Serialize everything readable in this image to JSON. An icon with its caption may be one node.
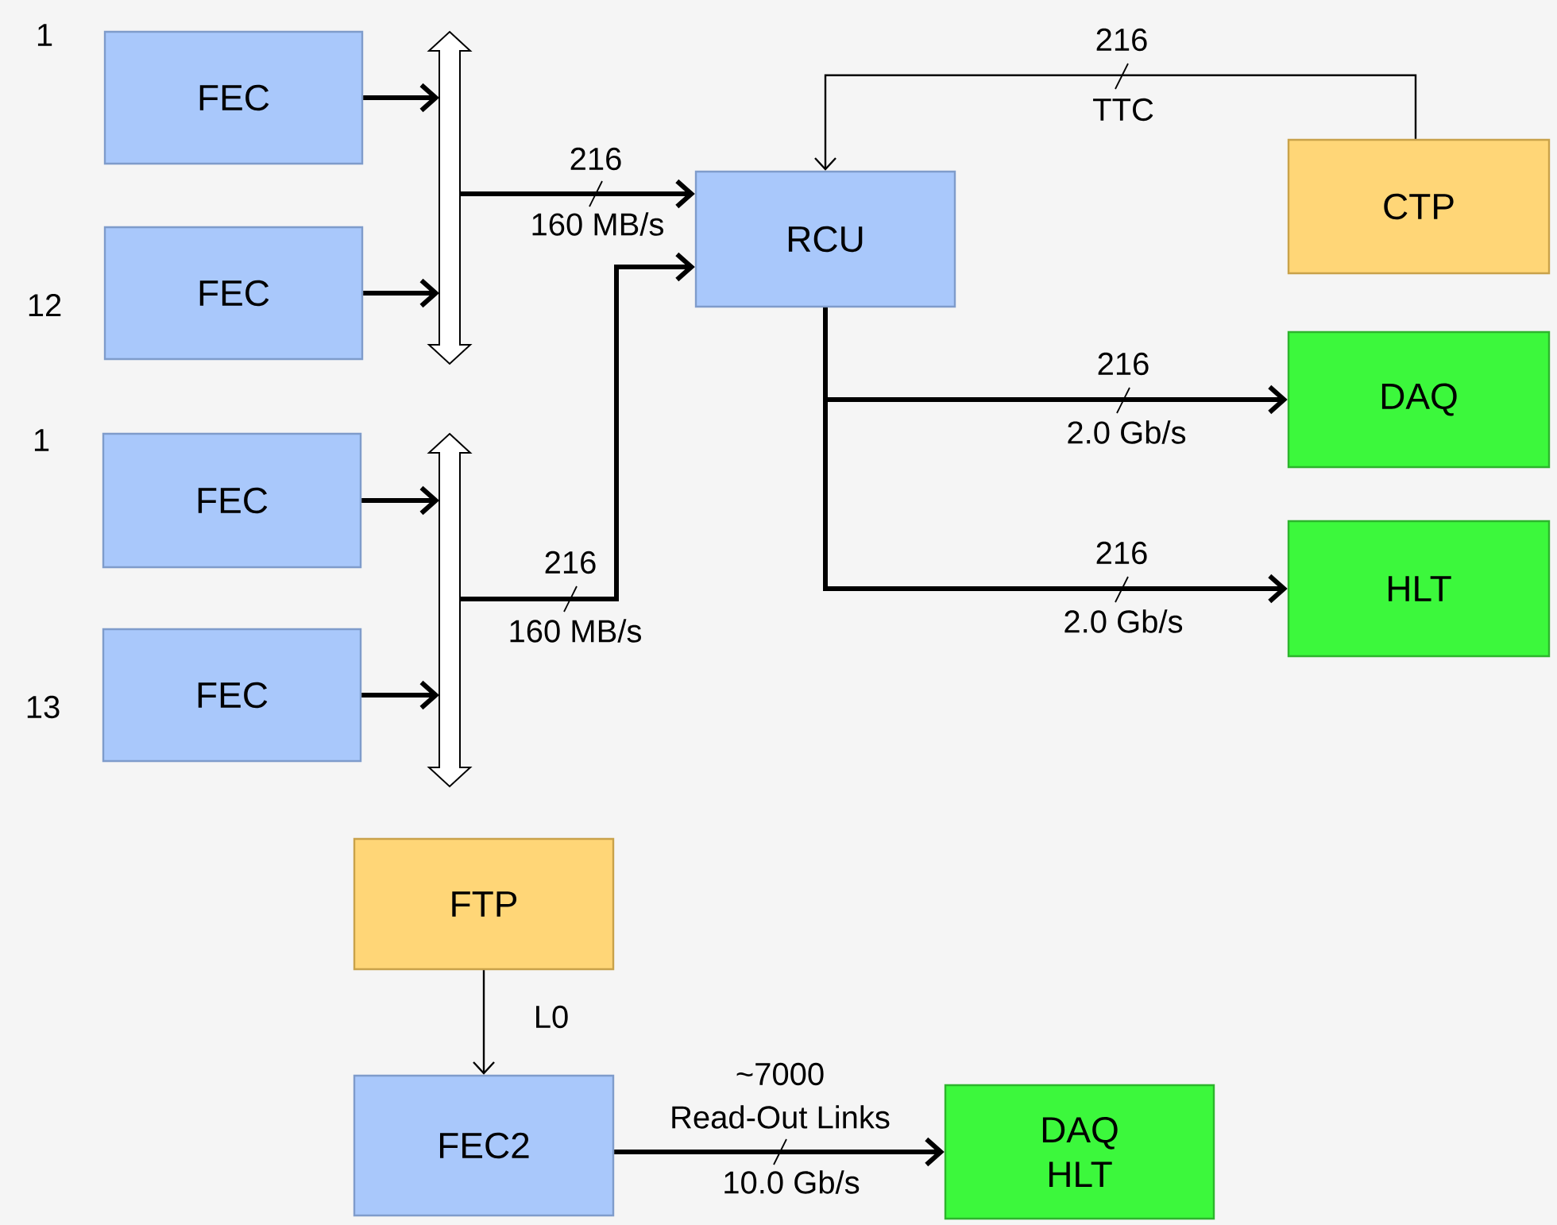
{
  "diagram": {
    "nodes": [
      {
        "text": [
          "FEC"
        ],
        "beside": [
          "1"
        ]
      },
      {
        "text": [
          "FEC"
        ],
        "beside": [
          "12"
        ]
      },
      {
        "text": [
          "FEC"
        ],
        "beside": [
          "1"
        ]
      },
      {
        "text": [
          "FEC"
        ],
        "beside": [
          "13"
        ]
      },
      {
        "text": [],
        "shape": "arrow"
      },
      {
        "text": [],
        "shape": "arrow"
      },
      {
        "text": [
          "RCU"
        ]
      },
      {
        "text": [
          "CTP"
        ]
      },
      {
        "text": [
          "DAQ"
        ]
      },
      {
        "text": [
          "HLT"
        ]
      },
      {
        "text": [
          "FTP"
        ]
      },
      {
        "text": [
          "FEC2"
        ]
      },
      {
        "text": [
          "DAQ HLT"
        ]
      }
    ],
    "edges": [
      {
        "from": 0,
        "to": 4,
        "arrow": "to"
      },
      {
        "from": 1,
        "to": 4,
        "arrow": "to"
      },
      {
        "from": 2,
        "to": 5,
        "arrow": "to"
      },
      {
        "from": 3,
        "to": 5,
        "arrow": "to"
      },
      {
        "from": 4,
        "to": 6,
        "arrow": "to",
        "label": "216"
      },
      {
        "from": 5,
        "to": 6,
        "arrow": "to",
        "label": "216"
      },
      {
        "from": 7,
        "to": 6,
        "arrow": "to",
        "label": "216"
      },
      {
        "from": 6,
        "to": 8,
        "arrow": "to",
        "label": "216"
      },
      {
        "from": 6,
        "to": 9,
        "arrow": "to",
        "label": "216"
      },
      {
        "from": 10,
        "to": 11,
        "arrow": "to",
        "label": "L0"
      },
      {
        "from": 11,
        "to": 12,
        "arrow": "to",
        "label": "~7000"
      }
    ],
    "labels": [
      "TTC",
      "160 MB/s",
      "2.0 Gb/s",
      "2.0 Gb/s",
      "160 MB/s",
      "Read-Out Links",
      "10.0 Gb/s"
    ]
  }
}
